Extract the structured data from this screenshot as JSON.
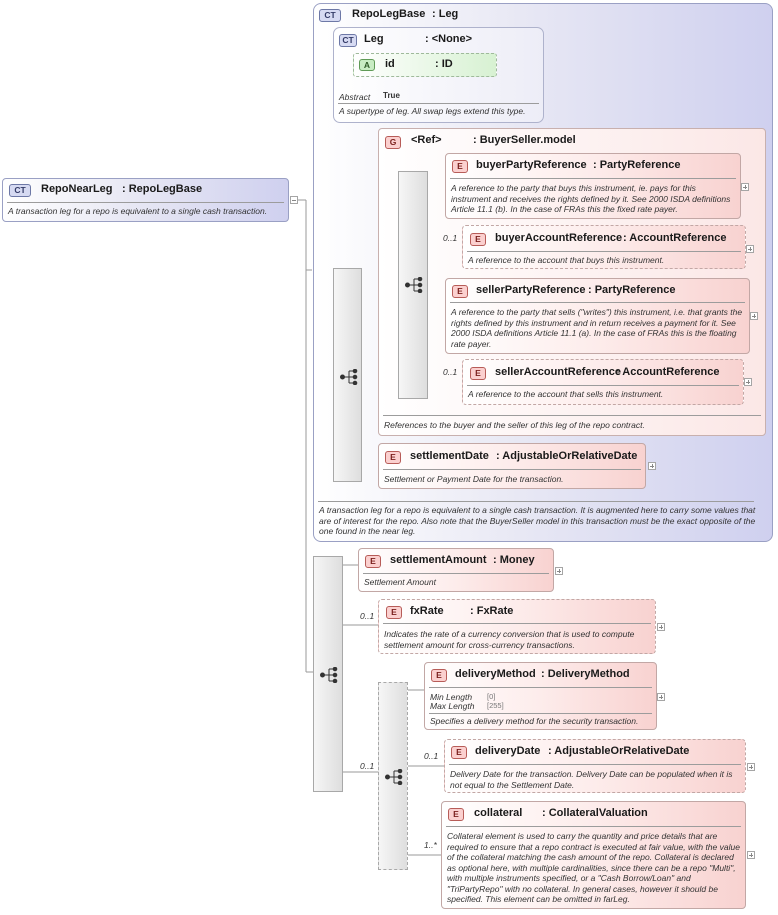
{
  "root": {
    "badge": "CT",
    "name": "RepoNearLeg",
    "type": ": RepoLegBase",
    "doc": "A transaction leg for a repo is equivalent to a single cash transaction."
  },
  "base": {
    "badge": "CT",
    "name": "RepoLegBase",
    "type": ": Leg",
    "doc": "A transaction leg for a repo is equivalent to a single cash transaction. It is augmented here to carry some values that are of interest for the repo. Also note that the BuyerSeller model in this transaction must be the exact opposite of the one found in the near leg."
  },
  "leg": {
    "badge": "CT",
    "name": "Leg",
    "type": ": <None>",
    "attr_badge": "A",
    "attr_name": "id",
    "attr_type": ": ID",
    "abstract_label": "Abstract",
    "abstract_value": "True",
    "doc": "A supertype of leg. All swap legs extend this type."
  },
  "group": {
    "badge": "G",
    "name": "<Ref>",
    "type": ": BuyerSeller.model",
    "doc": "References to the buyer and the seller of this leg of the repo contract."
  },
  "elements": {
    "buyer_party": {
      "badge": "E",
      "name": "buyerPartyReference",
      "type": ": PartyReference",
      "doc": "A reference to the party that buys this instrument, ie. pays for this instrument and receives the rights defined by it. See 2000 ISDA definitions Article 11.1 (b). In the case of FRAs this the fixed rate payer."
    },
    "buyer_account": {
      "badge": "E",
      "mult": "0..1",
      "name": "buyerAccountReference",
      "type": ": AccountReference",
      "doc": "A reference to the account that buys this instrument."
    },
    "seller_party": {
      "badge": "E",
      "name": "sellerPartyReference",
      "type": ": PartyReference",
      "doc": "A reference to the party that sells (\"writes\") this instrument, i.e. that grants the rights defined by this instrument and in return receives a payment for it. See 2000 ISDA definitions Article 11.1 (a). In the case of FRAs this is the floating rate payer."
    },
    "seller_account": {
      "badge": "E",
      "mult": "0..1",
      "name": "sellerAccountReference",
      "type": ": AccountReference",
      "doc": "A reference to the account that sells this instrument."
    },
    "settlement_date": {
      "badge": "E",
      "name": "settlementDate",
      "type": ": AdjustableOrRelativeDate",
      "doc": "Settlement or Payment Date for the transaction."
    },
    "settlement_amount": {
      "badge": "E",
      "name": "settlementAmount",
      "type": ": Money",
      "doc": "Settlement Amount"
    },
    "fx_rate": {
      "badge": "E",
      "mult": "0..1",
      "name": "fxRate",
      "type": ": FxRate",
      "doc": "Indicates the rate of a currency conversion that is used to compute settlement amount for cross-currency transactions."
    },
    "delivery_method": {
      "badge": "E",
      "name": "deliveryMethod",
      "type": ": DeliveryMethod",
      "min_label": "Min Length",
      "min_value": "[0]",
      "max_label": "Max Length",
      "max_value": "[255]",
      "doc": "Specifies a delivery method for the security transaction."
    },
    "delivery_date": {
      "badge": "E",
      "mult": "0..1",
      "name": "deliveryDate",
      "type": ": AdjustableOrRelativeDate",
      "doc": "Delivery Date for the transaction. Delivery Date can be populated when it is not equal to the Settlement Date."
    },
    "collateral": {
      "badge": "E",
      "mult": "1..*",
      "name": "collateral",
      "type": ": CollateralValuation",
      "doc": "Collateral element is used to carry the quantity and price details that are required to ensure that a repo contract is executed at fair value, with the value of the collateral matching the cash amount of the repo. Collateral is declared as optional here, with multiple cardinalities, since there can be a repo \"Multi\", with multiple instruments specified, or a \"Cash Borrow/Loan\" and \"TriPartyRepo\" with no collateral. In general cases, however it should be specified. This element can be omitted in farLeg."
    }
  },
  "choice_mult": "0..1"
}
